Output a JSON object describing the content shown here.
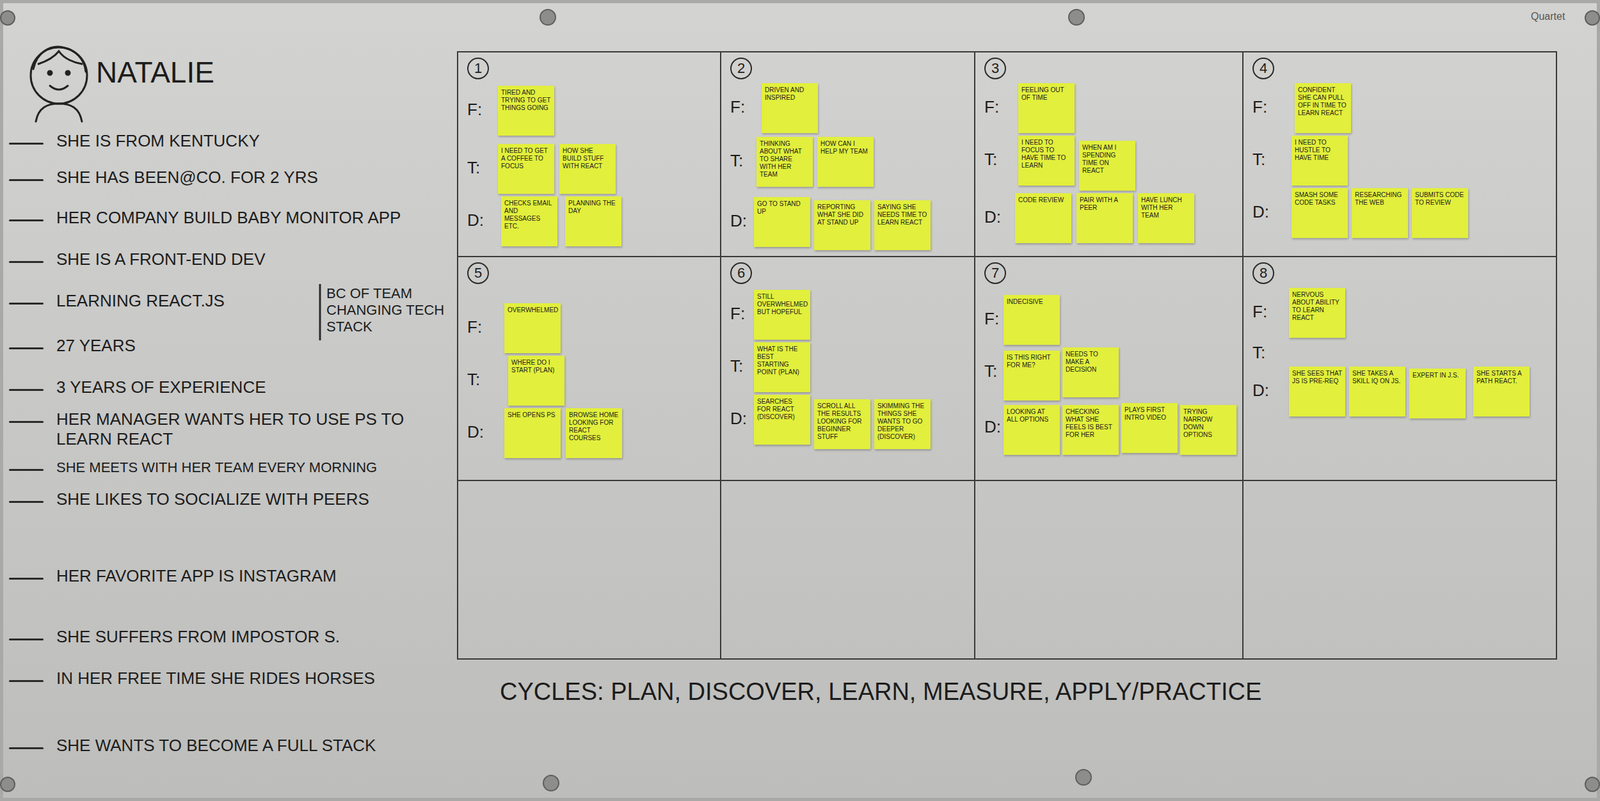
{
  "diagram": {
    "title": "NATALIE",
    "nodes": [
      {
        "text": [
          "1",
          "F:",
          "T:",
          "D:"
        ]
      },
      {
        "text": [
          "TIRED AND TRYING TO GET THINGS GOING"
        ],
        "in": 0
      },
      {
        "text": [
          "I NEED TO GET A COFFEE TO FOCUS"
        ],
        "in": 0
      },
      {
        "text": [
          "HOW SHE BUILD STUFF WITH REACT"
        ],
        "in": 0
      },
      {
        "text": [
          "CHECKS EMAIL AND MESSAGES ETC."
        ],
        "in": 0
      },
      {
        "text": [
          "PLANNING THE DAY"
        ],
        "in": 0
      },
      {
        "text": [
          "2",
          "F:",
          "T:",
          "D:"
        ]
      },
      {
        "text": [
          "DRIVEN AND INSPIRED"
        ],
        "in": 6
      },
      {
        "text": [
          "THINKING ABOUT WHAT TO SHARE WITH HER TEAM"
        ],
        "in": 6
      },
      {
        "text": [
          "HOW CAN I HELP MY TEAM"
        ],
        "in": 6
      },
      {
        "text": [
          "GO TO STAND UP"
        ],
        "in": 6
      },
      {
        "text": [
          "REPORTING WHAT SHE DID AT STAND UP"
        ],
        "in": 6
      },
      {
        "text": [
          "SAYING SHE NEEDS TIME TO LEARN REACT"
        ],
        "in": 6
      },
      {
        "text": [
          "3",
          "F:",
          "T:",
          "D:"
        ]
      },
      {
        "text": [
          "FEELING OUT OF TIME"
        ],
        "in": 13
      },
      {
        "text": [
          "I NEED TO FOCUS TO HAVE TIME TO LEARN"
        ],
        "in": 13
      },
      {
        "text": [
          "WHEN AM I SPENDING TIME ON REACT"
        ],
        "in": 13
      },
      {
        "text": [
          "CODE REVIEW"
        ],
        "in": 13
      },
      {
        "text": [
          "PAIR WITH A PEER"
        ],
        "in": 13
      },
      {
        "text": [
          "HAVE LUNCH WITH HER TEAM"
        ],
        "in": 13
      },
      {
        "text": [
          "4",
          "F:",
          "T:",
          "D:"
        ]
      },
      {
        "text": [
          "CONFIDENT SHE CAN PULL OFF IN TIME TO LEARN REACT"
        ],
        "in": 20
      },
      {
        "text": [
          "I NEED TO HUSTLE TO HAVE TIME"
        ],
        "in": 20
      },
      {
        "text": [
          "SMASH SOME CODE TASKS"
        ],
        "in": 20
      },
      {
        "text": [
          "RESEARCHING THE WEB"
        ],
        "in": 20
      },
      {
        "text": [
          "SUBMITS CODE TO REVIEW"
        ],
        "in": 20
      },
      {
        "text": [
          "5",
          "F:",
          "T:",
          "D:"
        ]
      },
      {
        "text": [
          "OVERWHELMED"
        ],
        "in": 26
      },
      {
        "text": [
          "WHERE DO I START (PLAN)"
        ],
        "in": 26
      },
      {
        "text": [
          "SHE OPENS PS"
        ],
        "in": 26
      },
      {
        "text": [
          "BROWSE HOME LOOKING FOR REACT COURSES"
        ],
        "in": 26
      },
      {
        "text": [
          "6",
          "F:",
          "T:",
          "D:"
        ]
      },
      {
        "text": [
          "STILL OVERWHELMED BUT HOPEFUL"
        ],
        "in": 31
      },
      {
        "text": [
          "WHAT IS THE BEST STARTING POINT (PLAN)"
        ],
        "in": 31
      },
      {
        "text": [
          "SEARCHES FOR REACT (DISCOVER)"
        ],
        "in": 31
      },
      {
        "text": [
          "SCROLL ALL THE RESULTS LOOKING FOR BEGINNER STUFF"
        ],
        "in": 31
      },
      {
        "text": [
          "SKIMMING THE THINGS SHE WANTS TO GO DEEPER (DISCOVER)"
        ],
        "in": 31
      },
      {
        "text": [
          "7",
          "F:",
          "T:",
          "D:"
        ]
      },
      {
        "text": [
          "INDECISIVE"
        ],
        "in": 37
      },
      {
        "text": [
          "IS THIS RIGHT FOR ME?"
        ],
        "in": 37
      },
      {
        "text": [
          "NEEDS TO MAKE A DECISION"
        ],
        "in": 37
      },
      {
        "text": [
          "LOOKING AT ALL OPTIONS"
        ],
        "in": 37
      },
      {
        "text": [
          "CHECKING WHAT SHE FEELS IS BEST FOR HER"
        ],
        "in": 37
      },
      {
        "text": [
          "PLAYS FIRST INTRO VIDEO"
        ],
        "in": 37
      },
      {
        "text": [
          "TRYING NARROW DOWN OPTIONS"
        ],
        "in": 37
      },
      {
        "text": [
          "8",
          "F:",
          "T:",
          "D:"
        ]
      },
      {
        "text": [
          "NERVOUS ABOUT ABILITY TO LEARN REACT"
        ],
        "in": 45
      },
      {
        "text": [
          "SHE SEES THAT JS IS PRE-REQ"
        ],
        "in": 45
      },
      {
        "text": [
          "SHE TAKES A SKILL IQ ON JS."
        ],
        "in": 45
      },
      {
        "text": [
          "EXPERT IN J.S."
        ],
        "in": 45
      },
      {
        "text": [
          "SHE STARTS A PATH REACT."
        ],
        "in": 45
      }
    ],
    "labels": [
      "SHE IS FROM KENTUCKY",
      "SHE HAS BEEN@CO. FOR 2 YRS",
      "HER COMPANY BUILD BABY MONITOR APP",
      "SHE IS A FRONT-END DEV",
      "LEARNING REACT.JS",
      "BC OF TEAM CHANGING TECH STACK",
      "27 YEARS",
      "3 YEARS OF EXPERIENCE",
      "HER MANAGER WANTS HER TO USE PS TO LEARN REACT",
      "SHE MEETS WITH HER TEAM EVERY MORNING",
      "SHE LIKES TO SOCIALIZE WITH PEERS",
      "HER FAVORITE APP IS INSTAGRAM",
      "SHE SUFFERS FROM IMPOSTOR S.",
      "IN HER FREE TIME SHE RIDES HORSES",
      "SHE WANTS TO BECOME A FULL STACK",
      "CYCLES: PLAN, DISCOVER, LEARN, MEASURE, APPLY/PRACTICE",
      "Quartet"
    ]
  }
}
